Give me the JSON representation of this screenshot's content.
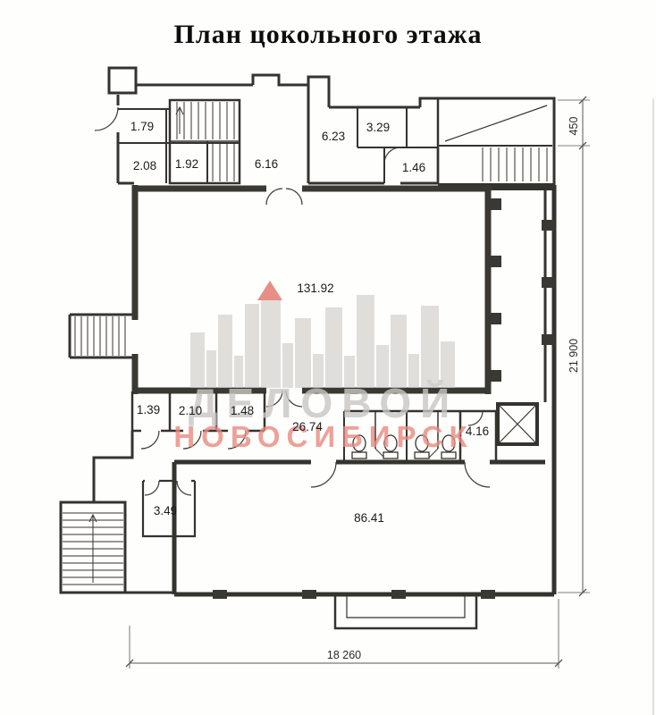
{
  "title": "План цокольного этажа",
  "rooms": [
    {
      "label": "1.79"
    },
    {
      "label": "2.08"
    },
    {
      "label": "1.92"
    },
    {
      "label": "6.16"
    },
    {
      "label": "6.23"
    },
    {
      "label": "3.29"
    },
    {
      "label": "1.46"
    },
    {
      "label": "131.92"
    },
    {
      "label": "1.39"
    },
    {
      "label": "2.10"
    },
    {
      "label": "1.48"
    },
    {
      "label": "26.74"
    },
    {
      "label": "4.16"
    },
    {
      "label": "3.49"
    },
    {
      "label": "86.41"
    }
  ],
  "dimensions": {
    "right_top": "450",
    "right_full": "21 900",
    "bottom": "18 260"
  },
  "watermark": {
    "line1": "ДЕЛОВОЙ",
    "line2": "НОВОСИБИРСК"
  },
  "colors": {
    "wall": "#35332e",
    "thick_wall": "#3a3833",
    "dimension": "#555555",
    "watermark_gray": "#ccc9c4",
    "watermark_red_text": "#ea8a7f",
    "roof_red": "#dd5b4f"
  }
}
